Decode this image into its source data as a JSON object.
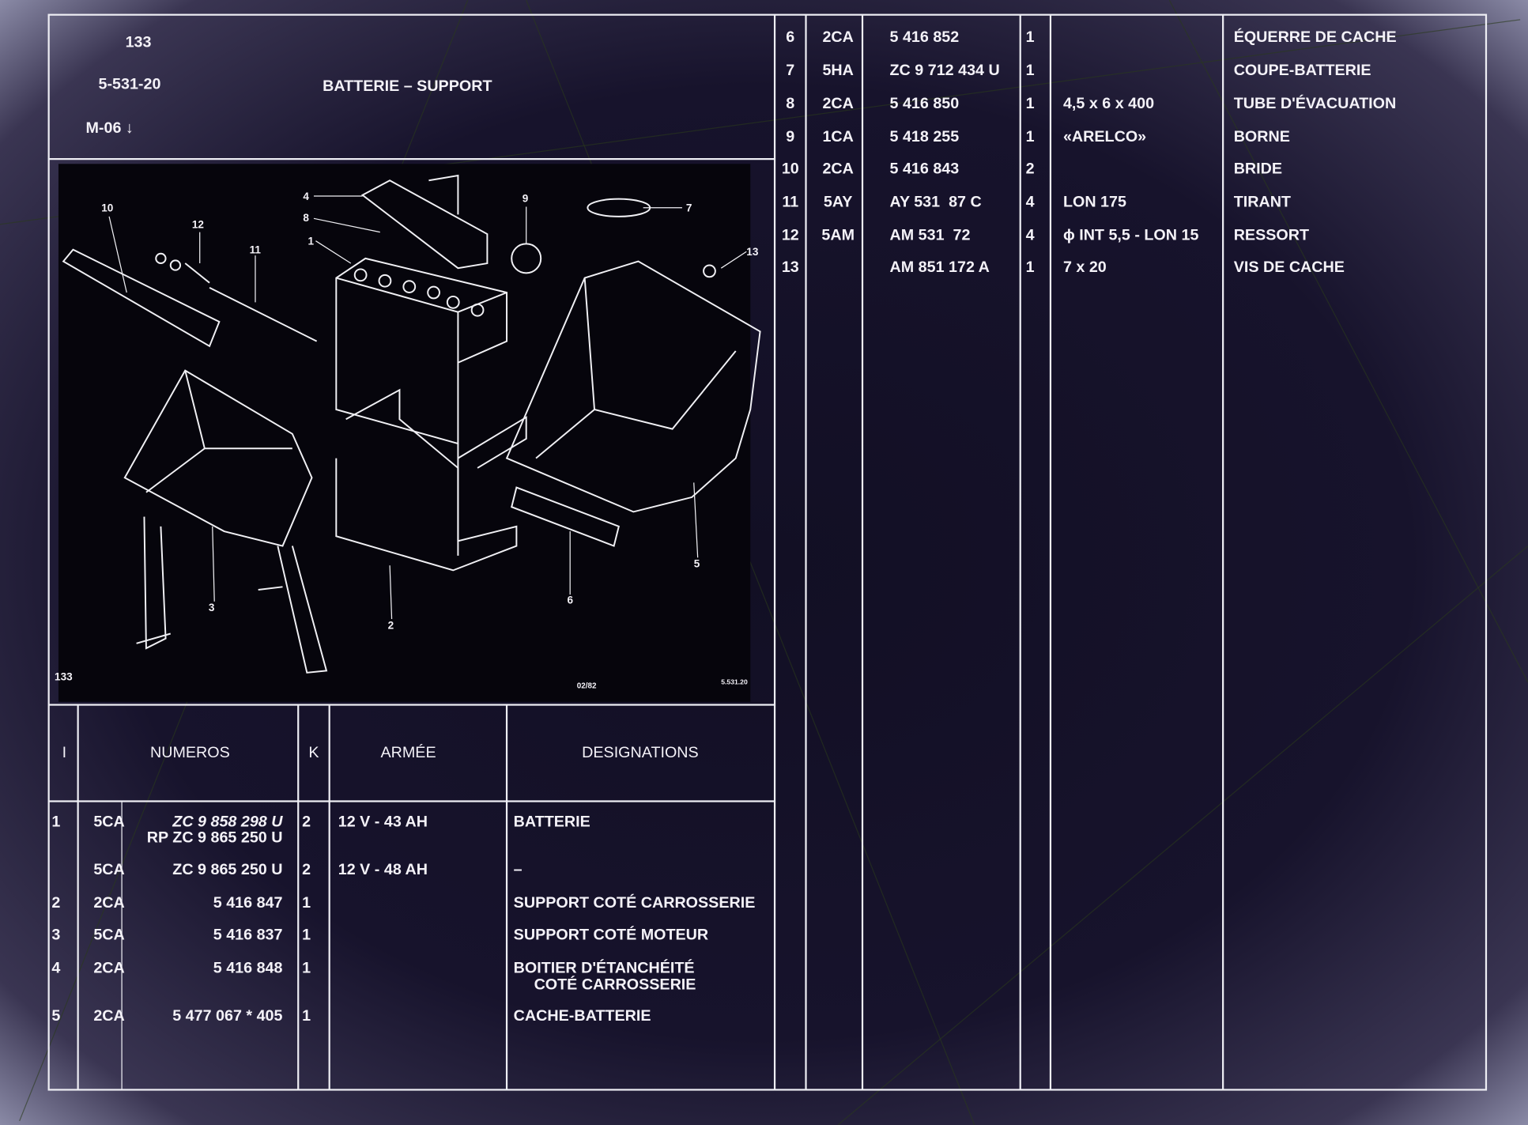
{
  "header": {
    "page": "133",
    "ref": "5-531-20",
    "model": "M-06 ↓",
    "title": "BATTERIE – SUPPORT"
  },
  "diagram": {
    "callouts": [
      "1",
      "2",
      "3",
      "4",
      "5",
      "6",
      "7",
      "8",
      "9",
      "10",
      "11",
      "12",
      "13"
    ],
    "page_label": "133",
    "date_stamp": "02/82",
    "ref_label": "5.531.20"
  },
  "table_header": {
    "col_i": "I",
    "col_numeros": "NUMEROS",
    "col_k": "K",
    "col_armee": "ARMÉE",
    "col_designations": "DESIGNATIONS"
  },
  "rows_left": [
    {
      "i": "1",
      "code": "5CA",
      "numero": "ZC 9 858 298 U",
      "numero2": "RP ZC 9 865 250 U",
      "k": "2",
      "armee": "12 V - 43 AH",
      "designation": "BATTERIE",
      "designation2": ""
    },
    {
      "i": "",
      "code": "5CA",
      "numero": "ZC 9 865 250 U",
      "numero2": "",
      "k": "2",
      "armee": "12 V - 48 AH",
      "designation": "–",
      "designation2": ""
    },
    {
      "i": "2",
      "code": "2CA",
      "numero": "5 416 847",
      "numero2": "",
      "k": "1",
      "armee": "",
      "designation": "SUPPORT COTÉ CARROSSERIE",
      "designation2": ""
    },
    {
      "i": "3",
      "code": "5CA",
      "numero": "5 416 837",
      "numero2": "",
      "k": "1",
      "armee": "",
      "designation": "SUPPORT COTÉ MOTEUR",
      "designation2": ""
    },
    {
      "i": "4",
      "code": "2CA",
      "numero": "5 416 848",
      "numero2": "",
      "k": "1",
      "armee": "",
      "designation": "BOITIER D'ÉTANCHÉITÉ",
      "designation2": "COTÉ CARROSSERIE"
    },
    {
      "i": "5",
      "code": "2CA",
      "numero": "5 477 067 * 405",
      "numero2": "",
      "k": "1",
      "armee": "",
      "designation": "CACHE-BATTERIE",
      "designation2": ""
    }
  ],
  "rows_right": [
    {
      "i": "6",
      "code": "2CA",
      "numero": "5 416 852",
      "k": "1",
      "armee": "",
      "designation": "ÉQUERRE DE CACHE"
    },
    {
      "i": "7",
      "code": "5HA",
      "numero": "ZC 9 712 434 U",
      "k": "1",
      "armee": "",
      "designation": "COUPE-BATTERIE"
    },
    {
      "i": "8",
      "code": "2CA",
      "numero": "5 416 850",
      "k": "1",
      "armee": "4,5 x 6 x 400",
      "designation": "TUBE D'ÉVACUATION"
    },
    {
      "i": "9",
      "code": "1CA",
      "numero": "5 418 255",
      "k": "1",
      "armee": "«ARELCO»",
      "designation": "BORNE"
    },
    {
      "i": "10",
      "code": "2CA",
      "numero": "5 416 843",
      "k": "2",
      "armee": "",
      "designation": "BRIDE"
    },
    {
      "i": "11",
      "code": "5AY",
      "numero": "AY 531  87 C",
      "k": "4",
      "armee": "LON 175",
      "designation": "TIRANT"
    },
    {
      "i": "12",
      "code": "5AM",
      "numero": "AM 531  72",
      "k": "4",
      "armee": "ϕ INT 5,5 - LON 15",
      "designation": "RESSORT"
    },
    {
      "i": "13",
      "code": "",
      "numero": "AM 851 172 A",
      "k": "1",
      "armee": "7 x 20",
      "designation": "VIS DE CACHE"
    }
  ]
}
